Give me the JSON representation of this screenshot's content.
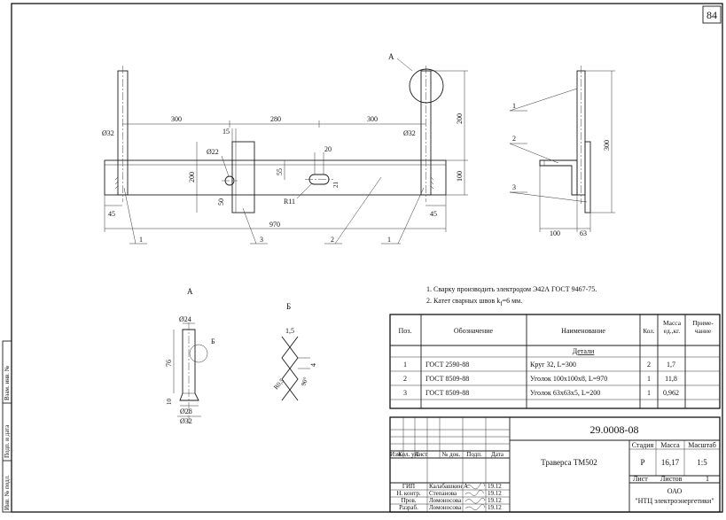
{
  "page_number": "84",
  "labels": {
    "detail_a": "А",
    "detail_b": "Б",
    "pos1": "1",
    "pos2": "2",
    "pos3": "3"
  },
  "dims_main": {
    "d300_left": "300",
    "d280": "280",
    "d300_right": "300",
    "d200_right": "200",
    "d100_right": "100",
    "d200_left": "200",
    "d15": "15",
    "d20": "20",
    "d55": "55",
    "d50": "50",
    "d45_left": "45",
    "d45_right": "45",
    "d970": "970",
    "dia32_left": "Ø32",
    "dia32_right": "Ø32",
    "dia22": "Ø22",
    "r11": "R11",
    "r2": "21"
  },
  "dims_side": {
    "d300": "300",
    "d100": "100",
    "d63": "63"
  },
  "dims_detail_a": {
    "d24": "Ø24",
    "d76": "76",
    "d28": "Ø28",
    "d32": "Ø32",
    "d10": "10"
  },
  "dims_detail_b": {
    "d15": "1,5",
    "d4": "4",
    "r05": "R0,5",
    "a90": "90°"
  },
  "notes": [
    "1. Сварку производить электродом Э42А ГОСТ 9467-75.",
    "2. Катет сварных швов k",
    "=6 мм."
  ],
  "note_subscript": "f",
  "spec": {
    "headers": {
      "pos": "Поз.",
      "designation": "Обозначение",
      "name": "Наименование",
      "qty": "Кол.",
      "mass": "Масса ед.,кг.",
      "note": "Приме-чание"
    },
    "section": "Детали",
    "rows": [
      {
        "pos": "1",
        "designation": "ГОСТ 2590-88",
        "name": "Круг 32, L=300",
        "qty": "2",
        "mass": "1,7"
      },
      {
        "pos": "2",
        "designation": "ГОСТ 8509-88",
        "name": "Уголок 100х100х8,  L=970",
        "qty": "1",
        "mass": "11,8"
      },
      {
        "pos": "3",
        "designation": "ГОСТ 8509-88",
        "name": "Уголок 63х63х5,  L=200",
        "qty": "1",
        "mass": "0,962"
      }
    ]
  },
  "title_block": {
    "doc_code": "29.0008-08",
    "title": "Траверса ТМ502",
    "stage_label": "Стадия",
    "mass_label": "Масса",
    "scale_label": "Масштаб",
    "stage": "Р",
    "mass": "16,17",
    "scale": "1:5",
    "sheet_label": "Лист",
    "sheets_label": "Листов",
    "sheets": "1",
    "org1": "ОАО",
    "org2": "\"НТЦ электроэнергетики\"",
    "change_headers": [
      "Изм.",
      "Кол. уч.",
      "Лист",
      "№ док.",
      "Подп.",
      "Дата"
    ],
    "staff": [
      {
        "role": "ГИП",
        "name": "Калабашкин А.",
        "date": "19.12"
      },
      {
        "role": "Н. контр.",
        "name": "Степанова",
        "date": "19.12"
      },
      {
        "role": "Пров.",
        "name": "Ломоносова",
        "date": "19.12"
      },
      {
        "role": "Разраб.",
        "name": "Ломоносова",
        "date": "19.12"
      }
    ]
  },
  "margin_stamps": [
    "Взам. инв. №",
    "Подп. и дата",
    "Инв. № подл."
  ]
}
